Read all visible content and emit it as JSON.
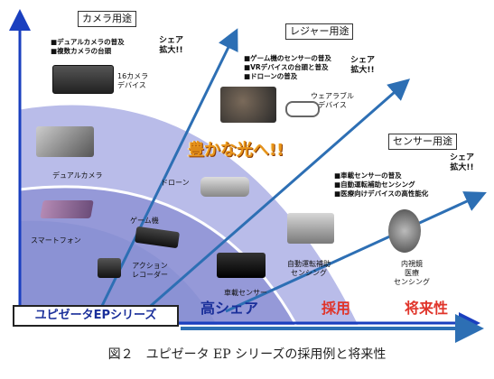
{
  "categories": {
    "camera": {
      "title": "カメラ用途",
      "bullets": [
        "■デュアルカメラの普及",
        "■複数カメラの台頭"
      ],
      "device": "16カメラ\nデバイス"
    },
    "leisure": {
      "title": "レジャー用途",
      "bullets": [
        "■ゲーム機のセンサーの普及",
        "■VRデバイスの台頭と普及",
        "■ドローンの普及"
      ],
      "device": "ウェアラブル\nデバイス"
    },
    "sensor": {
      "title": "センサー用途",
      "bullets": [
        "■車載センサーの普及",
        "■自動運転補助センシング",
        "■医療向けデバイスの高性能化"
      ]
    }
  },
  "share_expand": "シェア\n拡大!!",
  "rich_light": "豊かな光へ!!",
  "devices": {
    "dual_camera": "デュアルカメラ",
    "drone": "ドローン",
    "smartphone": "スマートフォン",
    "game_console": "ゲーム機",
    "action_recorder": "アクション\nレコーダー",
    "car_sensor": "車載センサー",
    "autodrive_sensing": "自動運転補助\nセンシング",
    "endoscope": "内視鏡\n医療\nセンシング"
  },
  "zones": {
    "high_share": "高シェア",
    "adoption": "採用",
    "future": "将来性"
  },
  "brand": "ユピゼータEPシリーズ",
  "caption": "図２　ユピゼータ EP シリーズの採用例と将来性",
  "colors": {
    "outer_band": "#aeb2e6",
    "inner_band": "#8a90d4",
    "arrow": "#2d6fb4",
    "axis": "#1a3fbf",
    "zone_text": "#e0342a",
    "share_text": "#1a2f9a"
  }
}
